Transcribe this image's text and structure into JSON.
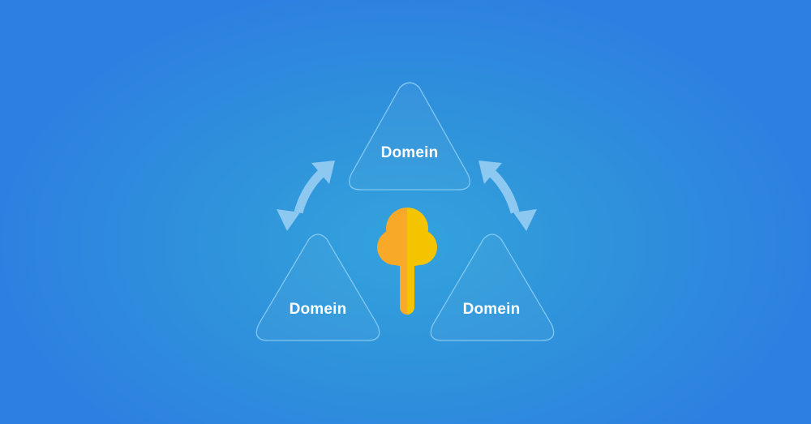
{
  "diagram": {
    "nodes": [
      {
        "id": "top",
        "label": "Domein",
        "shape": "rounded-triangle"
      },
      {
        "id": "left",
        "label": "Domein",
        "shape": "rounded-triangle"
      },
      {
        "id": "right",
        "label": "Domein",
        "shape": "rounded-triangle"
      }
    ],
    "edges": [
      {
        "from": "top",
        "to": "left",
        "type": "bidirectional-arrow"
      },
      {
        "from": "top",
        "to": "right",
        "type": "bidirectional-arrow"
      }
    ],
    "center_icon": "tree-icon"
  },
  "colors": {
    "background_center": "#33a3dc",
    "background_edge": "#2d7fe1",
    "triangle_stroke": "#8fd0f5",
    "arrow_fill": "#8cc8f0",
    "tree_left": "#f8a928",
    "tree_right": "#f5c400"
  }
}
